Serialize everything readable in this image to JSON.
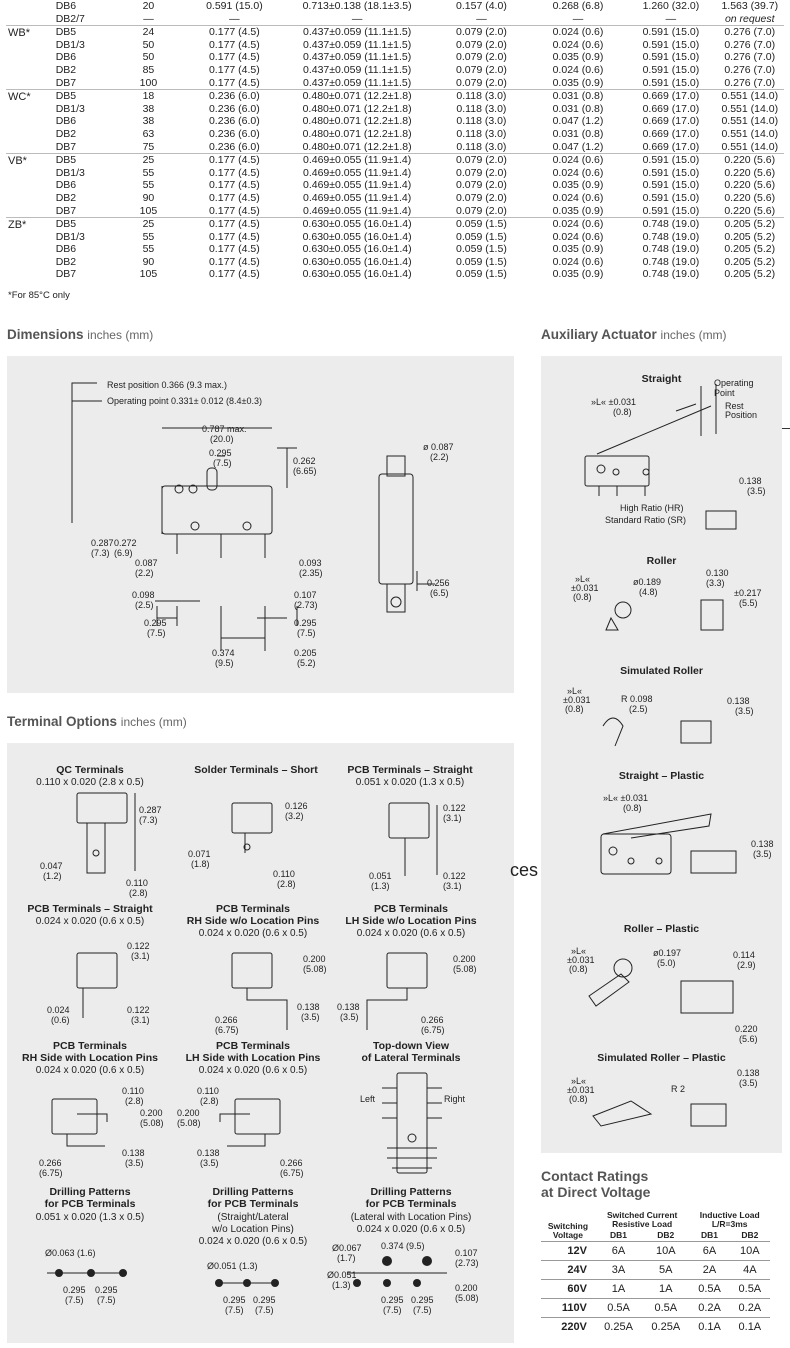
{
  "spec_table": {
    "top_rows": [
      {
        "db": "DB6",
        "c2": "20",
        "c3": "0.591 (15.0)",
        "c4": "0.713±0.138 (18.1±3.5)",
        "c5": "0.157 (4.0)",
        "c6": "0.268 (6.8)",
        "c7": "1.260 (32.0)",
        "c8": "1.563 (39.7)"
      },
      {
        "db": "DB2/7",
        "c2": "—",
        "c3": "—",
        "c4": "—",
        "c5": "—",
        "c6": "—",
        "c7": "—",
        "c8": "on request"
      }
    ],
    "groups": [
      {
        "type": "WB*",
        "rows": [
          {
            "db": "DB5",
            "c2": "24",
            "c3": "0.177 (4.5)",
            "c4": "0.437±0.059 (11.1±1.5)",
            "c5": "0.079 (2.0)",
            "c6": "0.024 (0.6)",
            "c7": "0.591 (15.0)",
            "c8": "0.276 (7.0)"
          },
          {
            "db": "DB1/3",
            "c2": "50",
            "c3": "0.177 (4.5)",
            "c4": "0.437±0.059 (11.1±1.5)",
            "c5": "0.079 (2.0)",
            "c6": "0.024 (0.6)",
            "c7": "0.591 (15.0)",
            "c8": "0.276 (7.0)"
          },
          {
            "db": "DB6",
            "c2": "50",
            "c3": "0.177 (4.5)",
            "c4": "0.437±0.059 (11.1±1.5)",
            "c5": "0.079 (2.0)",
            "c6": "0.035 (0.9)",
            "c7": "0.591 (15.0)",
            "c8": "0.276 (7.0)"
          },
          {
            "db": "DB2",
            "c2": "85",
            "c3": "0.177 (4.5)",
            "c4": "0.437±0.059 (11.1±1.5)",
            "c5": "0.079 (2.0)",
            "c6": "0.024 (0.6)",
            "c7": "0.591 (15.0)",
            "c8": "0.276 (7.0)"
          },
          {
            "db": "DB7",
            "c2": "100",
            "c3": "0.177 (4.5)",
            "c4": "0.437±0.059 (11.1±1.5)",
            "c5": "0.079 (2.0)",
            "c6": "0.035 (0.9)",
            "c7": "0.591 (15.0)",
            "c8": "0.276 (7.0)"
          }
        ]
      },
      {
        "type": "WC*",
        "rows": [
          {
            "db": "DB5",
            "c2": "18",
            "c3": "0.236 (6.0)",
            "c4": "0.480±0.071 (12.2±1.8)",
            "c5": "0.118 (3.0)",
            "c6": "0.031 (0.8)",
            "c7": "0.669 (17.0)",
            "c8": "0.551 (14.0)"
          },
          {
            "db": "DB1/3",
            "c2": "38",
            "c3": "0.236 (6.0)",
            "c4": "0.480±0.071 (12.2±1.8)",
            "c5": "0.118 (3.0)",
            "c6": "0.031 (0.8)",
            "c7": "0.669 (17.0)",
            "c8": "0.551 (14.0)"
          },
          {
            "db": "DB6",
            "c2": "38",
            "c3": "0.236 (6.0)",
            "c4": "0.480±0.071 (12.2±1.8)",
            "c5": "0.118 (3.0)",
            "c6": "0.047 (1.2)",
            "c7": "0.669 (17.0)",
            "c8": "0.551 (14.0)"
          },
          {
            "db": "DB2",
            "c2": "63",
            "c3": "0.236 (6.0)",
            "c4": "0.480±0.071 (12.2±1.8)",
            "c5": "0.118 (3.0)",
            "c6": "0.031 (0.8)",
            "c7": "0.669 (17.0)",
            "c8": "0.551 (14.0)"
          },
          {
            "db": "DB7",
            "c2": "75",
            "c3": "0.236 (6.0)",
            "c4": "0.480±0.071 (12.2±1.8)",
            "c5": "0.118 (3.0)",
            "c6": "0.047 (1.2)",
            "c7": "0.669 (17.0)",
            "c8": "0.551 (14.0)"
          }
        ]
      },
      {
        "type": "VB*",
        "rows": [
          {
            "db": "DB5",
            "c2": "25",
            "c3": "0.177 (4.5)",
            "c4": "0.469±0.055 (11.9±1.4)",
            "c5": "0.079 (2.0)",
            "c6": "0.024 (0.6)",
            "c7": "0.591 (15.0)",
            "c8": "0.220 (5.6)"
          },
          {
            "db": "DB1/3",
            "c2": "55",
            "c3": "0.177 (4.5)",
            "c4": "0.469±0.055 (11.9±1.4)",
            "c5": "0.079 (2.0)",
            "c6": "0.024 (0.6)",
            "c7": "0.591 (15.0)",
            "c8": "0.220 (5.6)"
          },
          {
            "db": "DB6",
            "c2": "55",
            "c3": "0.177 (4.5)",
            "c4": "0.469±0.055 (11.9±1.4)",
            "c5": "0.079 (2.0)",
            "c6": "0.035 (0.9)",
            "c7": "0.591 (15.0)",
            "c8": "0.220 (5.6)"
          },
          {
            "db": "DB2",
            "c2": "90",
            "c3": "0.177 (4.5)",
            "c4": "0.469±0.055 (11.9±1.4)",
            "c5": "0.079 (2.0)",
            "c6": "0.024 (0.6)",
            "c7": "0.591 (15.0)",
            "c8": "0.220 (5.6)"
          },
          {
            "db": "DB7",
            "c2": "105",
            "c3": "0.177 (4.5)",
            "c4": "0.469±0.055 (11.9±1.4)",
            "c5": "0.079 (2.0)",
            "c6": "0.035 (0.9)",
            "c7": "0.591 (15.0)",
            "c8": "0.220 (5.6)"
          }
        ]
      },
      {
        "type": "ZB*",
        "rows": [
          {
            "db": "DB5",
            "c2": "25",
            "c3": "0.177 (4.5)",
            "c4": "0.630±0.055 (16.0±1.4)",
            "c5": "0.059 (1.5)",
            "c6": "0.024 (0.6)",
            "c7": "0.748 (19.0)",
            "c8": "0.205 (5.2)"
          },
          {
            "db": "DB1/3",
            "c2": "55",
            "c3": "0.177 (4.5)",
            "c4": "0.630±0.055 (16.0±1.4)",
            "c5": "0.059 (1.5)",
            "c6": "0.024 (0.6)",
            "c7": "0.748 (19.0)",
            "c8": "0.205 (5.2)"
          },
          {
            "db": "DB6",
            "c2": "55",
            "c3": "0.177 (4.5)",
            "c4": "0.630±0.055 (16.0±1.4)",
            "c5": "0.059 (1.5)",
            "c6": "0.035 (0.9)",
            "c7": "0.748 (19.0)",
            "c8": "0.205 (5.2)"
          },
          {
            "db": "DB2",
            "c2": "90",
            "c3": "0.177 (4.5)",
            "c4": "0.630±0.055 (16.0±1.4)",
            "c5": "0.059 (1.5)",
            "c6": "0.024 (0.6)",
            "c7": "0.748 (19.0)",
            "c8": "0.205 (5.2)"
          },
          {
            "db": "DB7",
            "c2": "105",
            "c3": "0.177 (4.5)",
            "c4": "0.630±0.055 (16.0±1.4)",
            "c5": "0.059 (1.5)",
            "c6": "0.035 (0.9)",
            "c7": "0.748 (19.0)",
            "c8": "0.205 (5.2)"
          }
        ]
      }
    ],
    "footnote": "*For 85°C only"
  },
  "sections": {
    "dimensions": {
      "title": "Dimensions",
      "units": "inches (mm)"
    },
    "auxiliary": {
      "title": "Auxiliary Actuator",
      "units": "inches (mm)"
    },
    "terminal": {
      "title": "Terminal Options",
      "units": "inches (mm)"
    }
  },
  "dimensions_labels": {
    "rest": "Rest position 0.366 (9.3 max.)",
    "operating": "Operating point 0.331± 0.012 (8.4±0.3)",
    "len1": "0.787 max.",
    "len2": "(20.0)",
    "p1": "0.295",
    "p2": "(7.5)",
    "h1": "0.262",
    "h2": "(6.65)",
    "dia1": "ø 0.087",
    "dia2": "(2.2)",
    "a1": "0.287",
    "a2": "(7.3)",
    "b1": "0.272",
    "b2": "(6.9)",
    "c1": "0.087",
    "c2": "(2.2)",
    "d1": "0.093",
    "d2": "(2.35)",
    "w1": "0.256",
    "w2": "(6.5)",
    "e1": "0.098",
    "e2": "(2.5)",
    "f1": "0.107",
    "f2": "(2.73)",
    "g1": "0.295",
    "g2": "(7.5)",
    "h3": "0.295",
    "h4": "(7.5)",
    "i1": "0.374",
    "i2": "(9.5)",
    "j1": "0.205",
    "j2": "(5.2)"
  },
  "auxiliary_items": [
    {
      "title": "Straight"
    },
    {
      "title": "Roller"
    },
    {
      "title": "Simulated Roller"
    },
    {
      "title": "Straight – Plastic"
    },
    {
      "title": "Roller – Plastic"
    },
    {
      "title": "Simulated Roller – Plastic"
    }
  ],
  "aux_labels": {
    "op": "Operating",
    "point": "Point",
    "rest": "Rest",
    "pos": "Position",
    "L": "»L« ±0.031",
    "L08": "(0.8)",
    "hr": "High Ratio (HR)",
    "sr": "Standard Ratio (SR)",
    "s138": "0.138",
    "s35": "(3.5)",
    "L2": "»L«",
    "L2b": "±0.031",
    "r189": "ø0.189",
    "r48": "(4.8)",
    "r130": "0.130",
    "r33": "(3.3)",
    "r217": "±0.217",
    "r55": "(5.5)",
    "rR": "R 0.098",
    "rR2": "(2.5)",
    "pL": "»L« ±0.031",
    "rp197": "ø0.197",
    "rp50": "(5.0)",
    "rp114": "0.114",
    "rp29": "(2.9)",
    "rp220": "0.220",
    "rp56": "(5.6)",
    "R2": "R 2"
  },
  "terminal_items": [
    {
      "title": "QC Terminals",
      "sub": "0.110 x 0.020 (2.8 x 0.5)"
    },
    {
      "title": "Solder Terminals – Short",
      "sub": ""
    },
    {
      "title": "PCB Terminals – Straight",
      "sub": "0.051 x 0.020 (1.3 x 0.5)"
    },
    {
      "title": "PCB Terminals – Straight",
      "sub": "0.024 x 0.020 (0.6 x 0.5)"
    },
    {
      "title": "PCB Terminals\nRH Side w/o Location Pins",
      "sub": "0.024 x 0.020 (0.6 x 0.5)"
    },
    {
      "title": "PCB Terminals\nLH Side w/o Location Pins",
      "sub": "0.024 x 0.020 (0.6 x 0.5)"
    },
    {
      "title": "PCB Terminals\nRH Side with Location Pins",
      "sub": "0.024 x 0.020 (0.6 x 0.5)"
    },
    {
      "title": "PCB Terminals\nLH Side with Location Pins",
      "sub": "0.024 x 0.020 (0.6 x 0.5)"
    },
    {
      "title": "Top-down View\nof Lateral Terminals",
      "sub": ""
    },
    {
      "title": "Drilling Patterns\nfor PCB Terminals",
      "sub": "0.051 x 0.020 (1.3 x 0.5)"
    },
    {
      "title": "Drilling Patterns\nfor PCB Terminals",
      "sub": "(Straight/Lateral\nw/o Location Pins)\n0.024 x 0.020 (0.6 x 0.5)"
    },
    {
      "title": "Drilling Patterns\nfor PCB Terminals",
      "sub": "(Lateral with Location Pins)\n0.024 x 0.020 (0.6 x 0.5)"
    }
  ],
  "terminal_labels": {
    "qc287": "0.287",
    "qc73": "(7.3)",
    "qc047": "0.047",
    "qc12": "(1.2)",
    "qc110": "0.110",
    "qc28": "(2.8)",
    "st126": "0.126",
    "st32": "(3.2)",
    "st071": "0.071",
    "st18": "(1.8)",
    "st110": "0.110",
    "st28": "(2.8)",
    "ps122": "0.122",
    "ps31": "(3.1)",
    "ps051": "0.051",
    "ps13": "(1.3)",
    "ps122b": "0.122",
    "ps31b": "(3.1)",
    "p2_122": "0.122",
    "p2_31": "(3.1)",
    "p2_024": "0.024",
    "p2_06": "(0.6)",
    "p2_122b": "0.122",
    "p2_31b": "(3.1)",
    "rh200": "0.200",
    "rh508": "(5.08)",
    "rh138": "0.138",
    "rh35": "(3.5)",
    "rh266": "0.266",
    "rh675": "(6.75)",
    "lh200": "0.200",
    "lh508": "(5.08)",
    "lh138": "0.138",
    "lh35": "(3.5)",
    "lh266": "0.266",
    "lh675": "(6.75)",
    "rl110": "0.110",
    "rl28": "(2.8)",
    "rl200": "0.200",
    "rl508": "(5.08)",
    "rl138": "0.138",
    "rl35": "(3.5)",
    "rl266": "0.266",
    "rl675": "(6.75)",
    "ll110": "0.110",
    "ll28": "(2.8)",
    "ll200": "0.200",
    "ll508": "(5.08)",
    "ll138": "0.138",
    "ll35": "(3.5)",
    "ll266": "0.266",
    "ll675": "(6.75)",
    "left": "Left",
    "right": "Right",
    "d1dia": "Ø0.063 (1.6)",
    "d1a": "0.295",
    "d1b": "(7.5)",
    "d1c": "0.295",
    "d1d": "(7.5)",
    "d2dia": "Ø0.051 (1.3)",
    "d2a": "0.295",
    "d2b": "(7.5)",
    "d2c": "0.295",
    "d2d": "(7.5)",
    "d3dia1": "Ø0.067",
    "d3dia1b": "(1.7)",
    "d3dia2": "Ø0.051",
    "d3dia2b": "(1.3)",
    "d3t": "0.374 (9.5)",
    "d3r1": "0.107",
    "d3r2": "(2.73)",
    "d3r3": "0.200",
    "d3r4": "(5.08)",
    "d3a": "0.295",
    "d3b": "(7.5)",
    "d3c": "0.295",
    "d3d": "(7.5)"
  },
  "stray_text": "ces",
  "contact_ratings": {
    "title1": "Contact Ratings",
    "title2": "at Direct Voltage",
    "h_switching": "Switching\nVoltage",
    "h_resistive": "Switched Current\nResistive Load",
    "h_inductive": "Inductive Load\nL/R=3ms",
    "db1": "DB1",
    "db2": "DB2",
    "db1b": "DB1",
    "db2b": "DB2",
    "rows": [
      {
        "v": "12V",
        "r1": "6A",
        "r2": "10A",
        "i1": "6A",
        "i2": "10A"
      },
      {
        "v": "24V",
        "r1": "3A",
        "r2": "5A",
        "i1": "2A",
        "i2": "4A"
      },
      {
        "v": "60V",
        "r1": "1A",
        "r2": "1A",
        "i1": "0.5A",
        "i2": "0.5A"
      },
      {
        "v": "110V",
        "r1": "0.5A",
        "r2": "0.5A",
        "i1": "0.2A",
        "i2": "0.2A"
      },
      {
        "v": "220V",
        "r1": "0.25A",
        "r2": "0.25A",
        "i1": "0.1A",
        "i2": "0.1A"
      }
    ]
  }
}
